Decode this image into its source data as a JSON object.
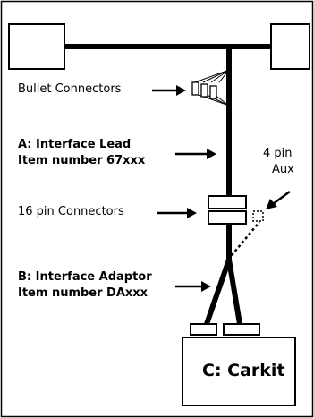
{
  "labels": {
    "bullet_connectors": "Bullet Connectors",
    "interface_lead_line1": "A: Interface Lead",
    "interface_lead_line2": "Item number 67xxx",
    "aux_line1": "4 pin",
    "aux_line2": "Aux",
    "pin16_connectors": "16 pin Connectors",
    "interface_adaptor_line1": "B: Interface Adaptor",
    "interface_adaptor_line2": "Item number DAxxx",
    "carkit": "C: Carkit"
  }
}
